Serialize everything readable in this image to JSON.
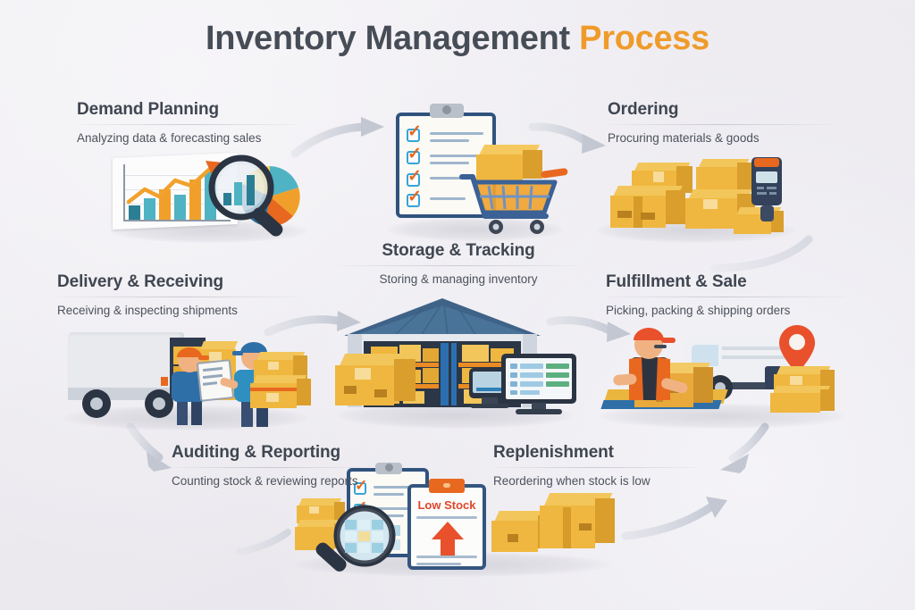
{
  "title": {
    "main": "Inventory Management ",
    "accent": "Process",
    "accent_color": "#ef9b2b",
    "text_color": "#474d57"
  },
  "background_color": "#efedf1",
  "steps": [
    {
      "id": "demand-planning",
      "heading": "Demand Planning",
      "subtitle": "Analyzing data & forecasting sales",
      "icon": "bar-chart-magnifier-pie-icon"
    },
    {
      "id": "ordering",
      "heading": "Ordering",
      "subtitle": "Procuring materials & goods",
      "icon": "cardboard-boxes-barcode-scanner-icon"
    },
    {
      "id": "storage-tracking",
      "heading": "Storage & Tracking",
      "subtitle": "Storing & managing inventory",
      "icon": "warehouse-shelves-monitor-icon"
    },
    {
      "id": "delivery-receiving",
      "heading": "Delivery & Receiving",
      "subtitle": "Receiving & inspecting shipments",
      "icon": "delivery-truck-workers-icon"
    },
    {
      "id": "fulfillment-sale",
      "heading": "Fulfillment & Sale",
      "subtitle": "Picking, packing & shipping orders",
      "icon": "packer-van-location-pin-icon"
    },
    {
      "id": "auditing-reporting",
      "heading": "Auditing & Reporting",
      "subtitle": "Counting stock & reviewing reports",
      "icon": "clipboard-magnifier-boxes-icon"
    },
    {
      "id": "replenishment",
      "heading": "Replenishment",
      "subtitle": "Reordering when stock is low",
      "icon": "low-stock-clipboard-arrow-icon"
    }
  ],
  "illustration_labels": {
    "low_stock": "Low Stock"
  },
  "palette": {
    "box_top": "#f2c65a",
    "box_front": "#efb73f",
    "box_side": "#d99e2c",
    "chart_teal": "#2b7f95",
    "chart_orange": "#f0a02a",
    "chart_lightblue": "#4fb3c4",
    "accent_orange": "#e8681f",
    "deep_blue": "#2f4f7a",
    "arrow_gray": "#c6cad4",
    "heading_gray": "#3f4651",
    "body_gray": "#4c525c",
    "alert_red": "#e0452a"
  }
}
